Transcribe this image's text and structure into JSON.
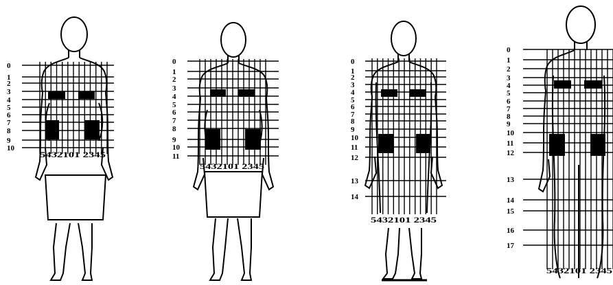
{
  "figures": [
    {
      "id": "fig1",
      "garment": "skirt",
      "row_labels": [
        "0",
        "1",
        "2",
        "3",
        "4",
        "5",
        "6",
        "7",
        "8",
        "9",
        "10"
      ],
      "column_label": "5432101 2345"
    },
    {
      "id": "fig2",
      "garment": "skirt",
      "row_labels": [
        "0",
        "1",
        "2",
        "3",
        "4",
        "5",
        "6",
        "7",
        "8",
        "9",
        "10",
        "11"
      ],
      "column_label": "5432101 2345"
    },
    {
      "id": "fig3",
      "garment": "dress",
      "row_labels": [
        "0",
        "1",
        "2",
        "3",
        "4",
        "5",
        "6",
        "7",
        "8",
        "9",
        "10",
        "11",
        "12",
        "13",
        "14"
      ],
      "column_label": "5432101 2345"
    },
    {
      "id": "fig4",
      "garment": "full",
      "row_labels": [
        "0",
        "1",
        "2",
        "3",
        "4",
        "5",
        "6",
        "7",
        "8",
        "9",
        "10",
        "11",
        "12",
        "13",
        "14",
        "15",
        "16",
        "17"
      ],
      "column_label": "5432101 2345"
    }
  ],
  "colors": {
    "ink": "#000000",
    "background": "#ffffff"
  }
}
